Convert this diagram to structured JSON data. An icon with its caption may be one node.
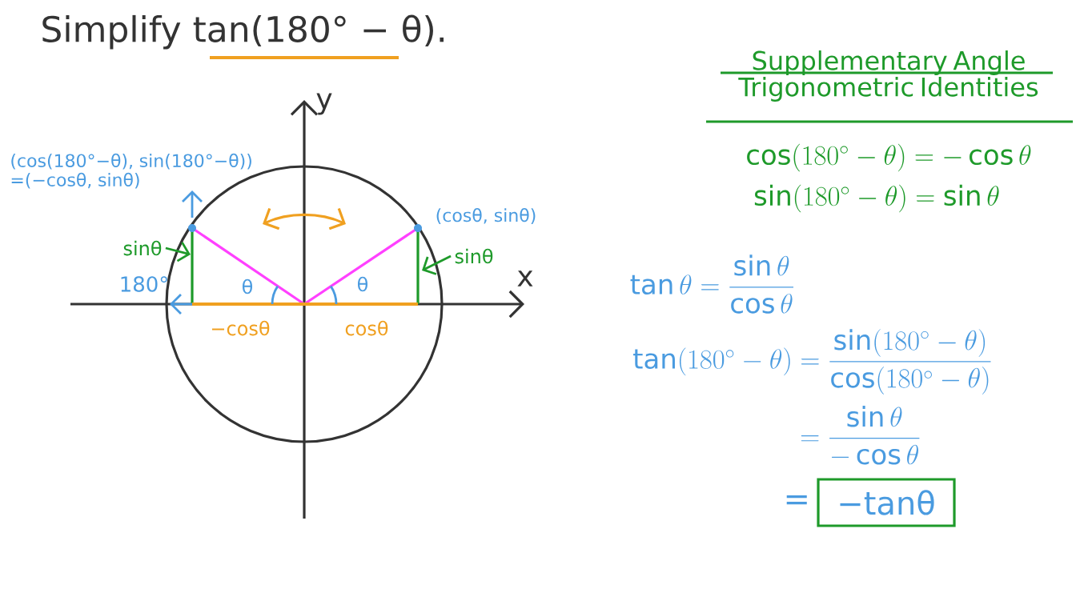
{
  "diagram": {
    "title": "Simplify tan(180° − θ).",
    "nodes": [
      {
        "text": [
          "(cos(180°−θ), sin(180°−θ)) =(−cosθ, sinθ)"
        ]
      },
      {
        "text": [
          "sinθ"
        ]
      },
      {
        "text": [
          "sinθ"
        ]
      },
      {
        "text": [
          "−tanθ"
        ],
        "beside": [
          "="
        ]
      }
    ],
    "edges": [
      {
        "from": null,
        "to": 0,
        "arrow": "to",
        "color": "#4a9be0"
      },
      {
        "from": 1,
        "to": null,
        "arrow": "to"
      },
      {
        "from": 2,
        "to": null,
        "arrow": "to"
      }
    ],
    "labels": [
      "y",
      "(cosθ, sinθ)",
      "180°",
      "θ",
      "θ",
      "x",
      "−cosθ",
      "cosθ",
      "Supplementary Angle Trigonometric Identities",
      "\\cos(180^\\circ-\\theta)=-\\cos\\theta",
      "\\sin(180^\\circ-\\theta)=\\sin\\theta",
      "\\tan\\theta=\\dfrac{\\sin\\theta}{\\cos\\theta}",
      "\\tan(180^\\circ-\\theta)=\\dfrac{\\sin(180^\\circ-\\theta)}{\\cos(180^\\circ-\\theta)}",
      "=\\dfrac{\\sin\\theta}{-\\cos\\theta}"
    ]
  }
}
